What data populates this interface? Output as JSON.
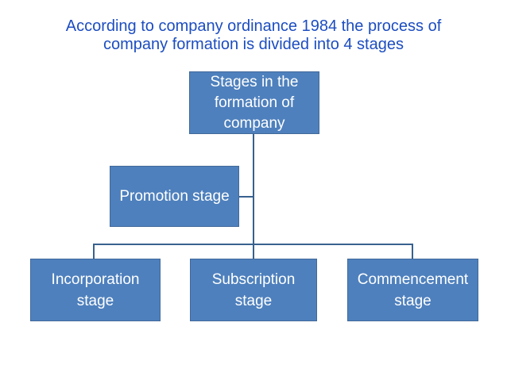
{
  "title": {
    "lines": [
      "According to company ordinance 1984 the process of",
      "company formation is divided into 4 stages"
    ]
  },
  "diagram": {
    "root": {
      "lines": [
        "Stages in the",
        "formation of",
        "company"
      ]
    },
    "promotion": {
      "label": "Promotion stage"
    },
    "leaves": [
      {
        "lines": [
          "Incorporation",
          "stage"
        ]
      },
      {
        "lines": [
          "Subscription",
          "stage"
        ]
      },
      {
        "lines": [
          "Commencement",
          "stage"
        ]
      }
    ]
  },
  "colors": {
    "background": "#ffffff",
    "title_text": "#1c4dc0",
    "box_fill": "#4e80bd",
    "box_border": "#41699a",
    "box_text": "#ffffff",
    "connector": "#38618f"
  }
}
